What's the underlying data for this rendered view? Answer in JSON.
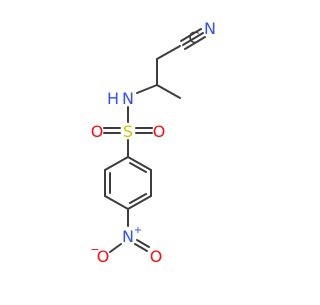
{
  "molecule": {
    "colors": {
      "bond": "#3d3d3d",
      "nitrogen": "#3050f8",
      "oxygen": "#ff0d0d",
      "sulfur": "#c8c800"
    },
    "atoms": {
      "nitrile_n": "N",
      "nitrile_c": "C",
      "amine_n": "N",
      "amine_h": "H",
      "sulfur": "S",
      "sulfonyl_o_left": "O",
      "sulfonyl_o_right": "O",
      "nitro_n": "N",
      "nitro_plus": "+",
      "nitro_o_left": "O",
      "nitro_o_minus": "−",
      "nitro_o_right": "O"
    }
  }
}
